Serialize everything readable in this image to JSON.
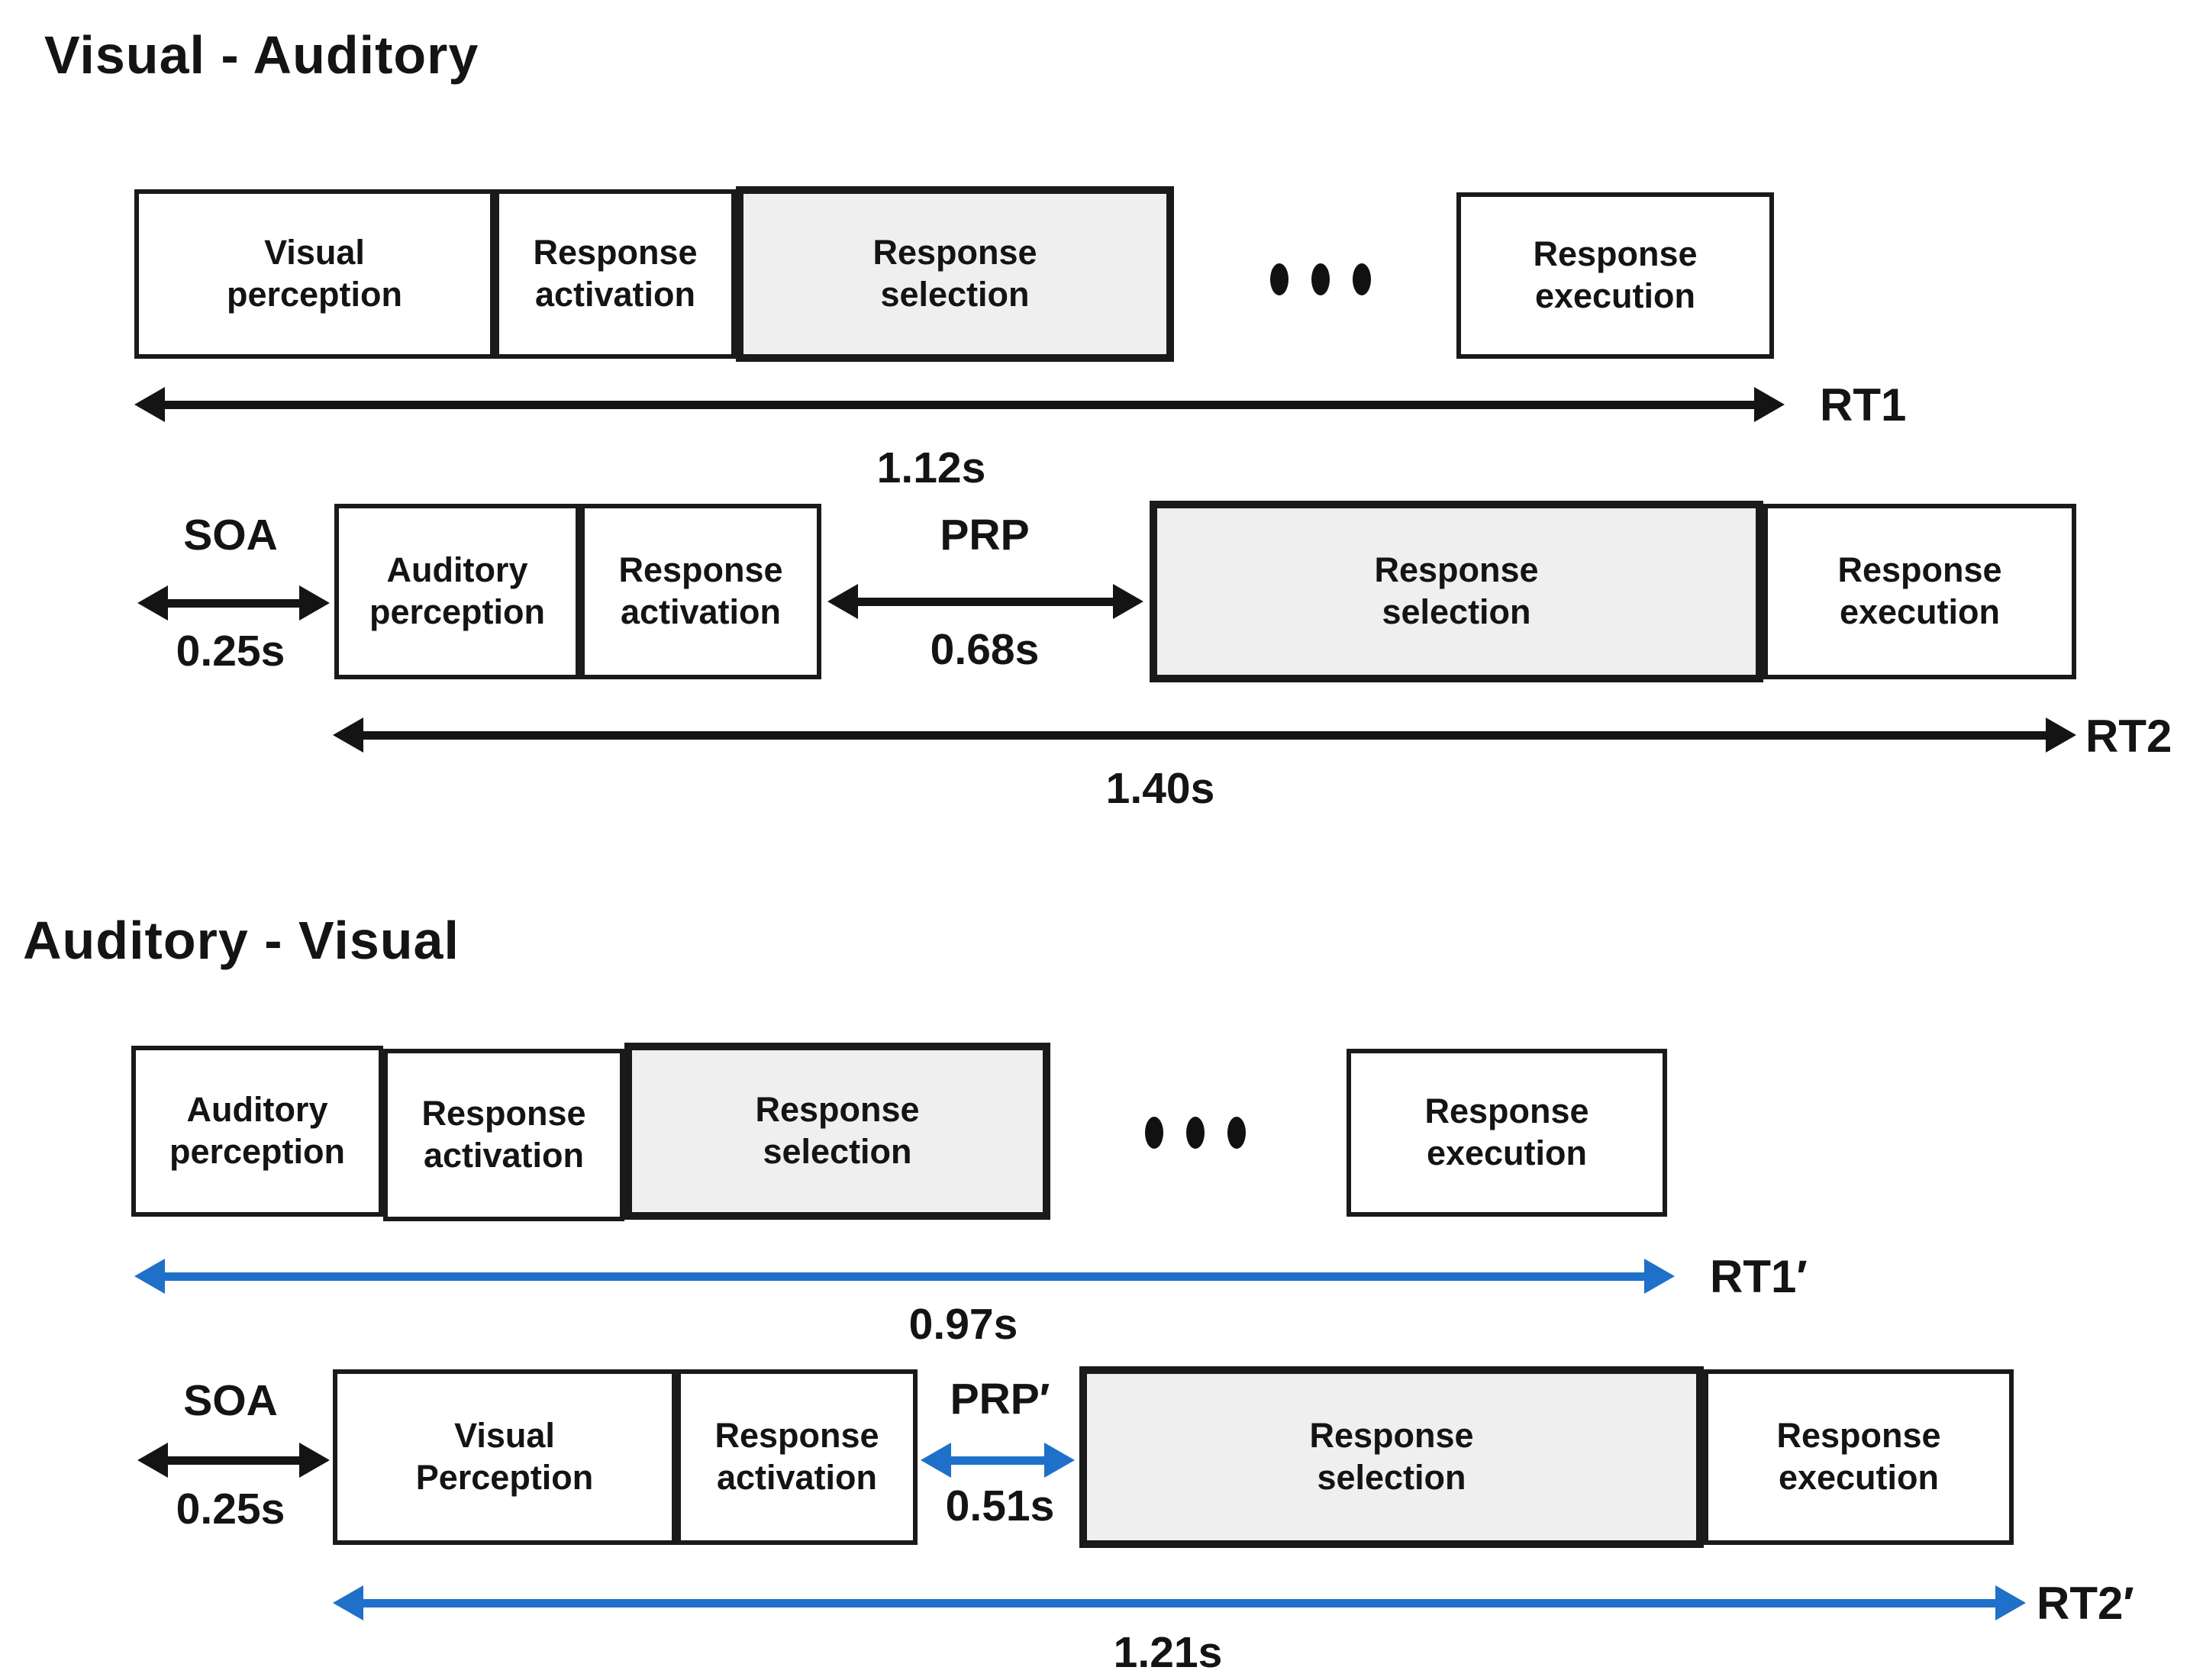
{
  "colors": {
    "arrow_black": "#141414",
    "arrow_blue": "#1f70c8",
    "box_border": "#1a1a1a",
    "selection_fill": "#f0eff0"
  },
  "panels": [
    {
      "title": "Visual - Auditory",
      "row1": {
        "boxes": [
          {
            "label": "Visual\nperception"
          },
          {
            "label": "Response\nactivation"
          },
          {
            "label": "Response\nselection"
          },
          {
            "label": "Response\nexecution"
          }
        ],
        "rt": {
          "label": "RT1",
          "time": "1.12s"
        }
      },
      "row2": {
        "soa": {
          "label": "SOA",
          "time": "0.25s"
        },
        "prp": {
          "label": "PRP",
          "time": "0.68s"
        },
        "boxes": [
          {
            "label": "Auditory\nperception"
          },
          {
            "label": "Response\nactivation"
          },
          {
            "label": "Response\nselection"
          },
          {
            "label": "Response\nexecution"
          }
        ],
        "rt": {
          "label": "RT2",
          "time": "1.40s"
        }
      }
    },
    {
      "title": "Auditory - Visual",
      "row1": {
        "boxes": [
          {
            "label": "Auditory\nperception"
          },
          {
            "label": "Response\nactivation"
          },
          {
            "label": "Response\nselection"
          },
          {
            "label": "Response\nexecution"
          }
        ],
        "rt": {
          "label": "RT1′",
          "time": "0.97s"
        }
      },
      "row2": {
        "soa": {
          "label": "SOA",
          "time": "0.25s"
        },
        "prp": {
          "label": "PRP′",
          "time": "0.51s"
        },
        "boxes": [
          {
            "label": "Visual\nPerception"
          },
          {
            "label": "Response\nactivation"
          },
          {
            "label": "Response\nselection"
          },
          {
            "label": "Response\nexecution"
          }
        ],
        "rt": {
          "label": "RT2′",
          "time": "1.21s"
        }
      }
    }
  ]
}
